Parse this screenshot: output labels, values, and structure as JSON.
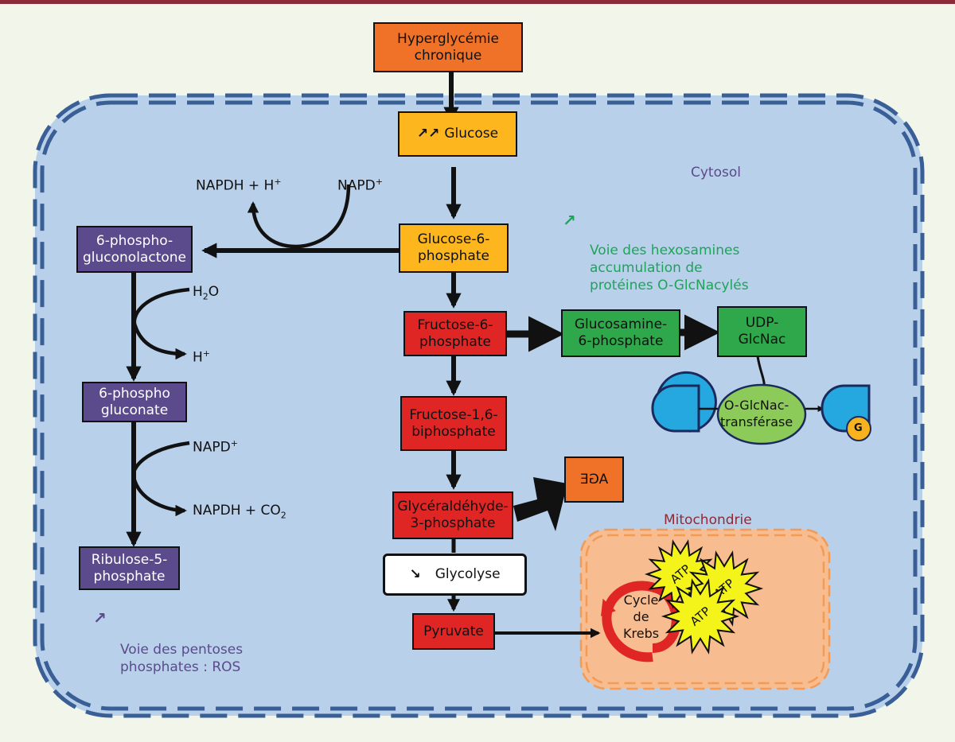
{
  "colors": {
    "background": "#f2f6ea",
    "top_border": "#8b2b3a",
    "cytosol_fill": "#b8d0ea",
    "cytosol_border": "#3a5f96",
    "mito_fill": "#f7bc8f",
    "mito_border": "#f39a55",
    "pentose_note": "#5b4a8c",
    "hexosamine_note": "#1fa35a",
    "mito_label": "#8b2b3a",
    "atp_fill": "#f4f41a",
    "substrate_fill": "#25a8e0",
    "enzyme_fill": "#8ccb59",
    "g_badge": "#f7b21e"
  },
  "labels": {
    "cytosol": "Cytosol",
    "mitochondrie": "Mitochondrie",
    "napdh_h": "NAPDH + H",
    "napdh_h_sup": "+",
    "napd_top": "NAPD",
    "napd_top_sup": "+",
    "h2o_h": "H",
    "h2o_sub": "2",
    "h2o_o": "O",
    "h_plus": "H",
    "h_plus_sup": "+",
    "napd_mid": "NAPD",
    "napd_mid_sup": "+",
    "napdh_co2": "NAPDH + CO",
    "napdh_co2_sub": "2",
    "cycle_krebs": "Cycle\nde\nKrebs",
    "atp_1": "ATP",
    "atp_2": "ATP",
    "atp_3": "ATP",
    "enzyme": "O-GlcNac-\ntransférase",
    "g_badge": "G"
  },
  "boxes": {
    "hyperglycemie": "Hyperglycémie\nchronique",
    "glucose_arrow": "↗↗",
    "glucose": "Glucose",
    "g6p": "Glucose-6-\nphosphate",
    "phosphogluconolactone": "6-phospho-\ngluconolactone",
    "phosphogluconate": "6-phospho\ngluconate",
    "ribulose": "Ribulose-5-\nphosphate",
    "f6p": "Fructose-6-\nphosphate",
    "glucosamine": "Glucosamine-\n6-phosphate",
    "udp": "UDP-\nGlcNac",
    "f16bp": "Fructose-1,6-\nbiphosphate",
    "age": "AGE",
    "gap": "Glycéraldéhyde-\n3-phosphate",
    "glycolyse_arrow": "↘",
    "glycolyse": "Glycolyse",
    "pyruvate": "Pyruvate"
  },
  "notes": {
    "pentoses_arrow": "↗",
    "pentoses": "Voie des pentoses\nphosphates : ROS",
    "hexosamines_arrow": "↗",
    "hexosamines": "Voie des hexosamines\naccumulation de\nprotéines O-GlcNacylés"
  }
}
